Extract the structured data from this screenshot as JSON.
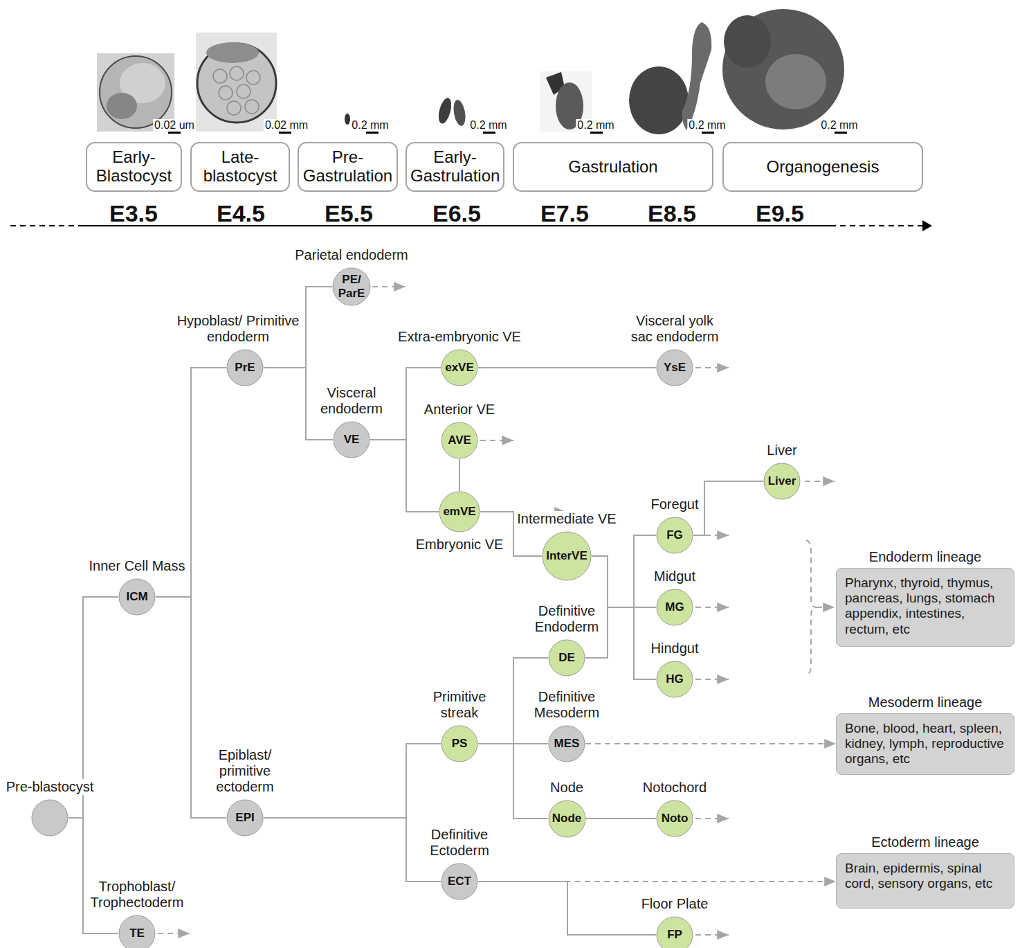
{
  "diagram": {
    "nodes": [
      {
        "text": [
          "Early- Blastocyst"
        ]
      },
      {
        "text": [
          "Late- blastocyst"
        ]
      },
      {
        "text": [
          "Pre- Gastrulation"
        ]
      },
      {
        "text": [
          "Early- Gastrulation"
        ]
      },
      {
        "text": [
          "Gastrulation"
        ]
      },
      {
        "text": [
          "Organogenesis"
        ]
      },
      {
        "text": [
          "Pre-blastocyst"
        ]
      },
      {
        "text": [
          "Inner Cell Mass",
          "ICM"
        ]
      },
      {
        "text": [
          "Trophoblast/ Trophectoderm",
          "TE"
        ]
      },
      {
        "text": [
          "Hypoblast/ Primitive endoderm",
          "PrE"
        ]
      },
      {
        "text": [
          "Epiblast/ primitive ectoderm",
          "EPI"
        ]
      },
      {
        "text": [
          "Parietal endoderm",
          "PE/ ParE"
        ]
      },
      {
        "text": [
          "Visceral endoderm",
          "VE"
        ]
      },
      {
        "text": [
          "Extra-embryonic VE",
          "exVE"
        ]
      },
      {
        "text": [
          "Anterior VE",
          "AVE"
        ]
      },
      {
        "text": [
          "emVE",
          "Embryonic VE"
        ]
      },
      {
        "text": [
          "Primitive streak",
          "PS"
        ]
      },
      {
        "text": [
          "Definitive Ectoderm",
          "ECT"
        ]
      },
      {
        "text": [
          "Visceral yolk sac endoderm",
          "YsE"
        ]
      },
      {
        "text": [
          "Intermediate VE",
          "InterVE"
        ]
      },
      {
        "text": [
          "Definitive Endoderm",
          "DE"
        ]
      },
      {
        "text": [
          "Definitive Mesoderm",
          "MES"
        ]
      },
      {
        "text": [
          "Node",
          "Node"
        ]
      },
      {
        "text": [
          "Floor Plate",
          "FP"
        ]
      },
      {
        "text": [
          "Foregut",
          "FG"
        ]
      },
      {
        "text": [
          "Midgut",
          "MG"
        ]
      },
      {
        "text": [
          "Hindgut",
          "HG"
        ]
      },
      {
        "text": [
          "Notochord",
          "Noto"
        ]
      },
      {
        "text": [
          "Liver",
          "Liver"
        ]
      },
      {
        "text": [
          "Endoderm lineage",
          "Pharynx, thyroid, thymus, pancreas, lungs, stomach appendix, intestines, rectum, etc"
        ]
      },
      {
        "text": [
          "Mesoderm lineage",
          "Bone, blood, heart, spleen, kidney, lymph, reproductive organs, etc"
        ]
      },
      {
        "text": [
          "Ectoderm lineage",
          "Brain, epidermis, spinal cord, sensory organs, etc"
        ]
      }
    ],
    "edges": [
      {
        "from": 6,
        "to": 7,
        "arrow": "none"
      },
      {
        "from": 6,
        "to": 8,
        "arrow": "none"
      },
      {
        "from": 7,
        "to": 9,
        "arrow": "none"
      },
      {
        "from": 7,
        "to": 10,
        "arrow": "none"
      },
      {
        "from": 9,
        "to": 11,
        "arrow": "none"
      },
      {
        "from": 9,
        "to": 12,
        "arrow": "none"
      },
      {
        "from": 12,
        "to": 13,
        "arrow": "none"
      },
      {
        "from": 12,
        "to": 15,
        "arrow": "none"
      },
      {
        "from": 14,
        "to": 15,
        "arrow": "none"
      },
      {
        "from": 13,
        "to": 18,
        "arrow": "none"
      },
      {
        "from": 15,
        "to": 19,
        "arrow": "none"
      },
      {
        "from": 10,
        "to": 16,
        "arrow": "none"
      },
      {
        "from": 10,
        "to": 17,
        "arrow": "none"
      },
      {
        "from": 16,
        "to": 20,
        "arrow": "none"
      },
      {
        "from": 16,
        "to": 21,
        "arrow": "none"
      },
      {
        "from": 16,
        "to": 22,
        "arrow": "none"
      },
      {
        "from": 17,
        "to": 23,
        "arrow": "none"
      },
      {
        "from": 17,
        "to": 31,
        "arrow": "to"
      },
      {
        "from": 19,
        "to": 24,
        "arrow": "none"
      },
      {
        "from": 19,
        "to": 25,
        "arrow": "none"
      },
      {
        "from": 19,
        "to": 26,
        "arrow": "none"
      },
      {
        "from": 20,
        "to": 24,
        "arrow": "none"
      },
      {
        "from": 20,
        "to": 25,
        "arrow": "none"
      },
      {
        "from": 20,
        "to": 26,
        "arrow": "none"
      },
      {
        "from": 24,
        "to": 28,
        "arrow": "none"
      },
      {
        "from": 21,
        "to": 30,
        "arrow": "to"
      },
      {
        "from": 22,
        "to": 27,
        "arrow": "none"
      }
    ],
    "labels": [
      "0.02 um",
      "0.02 mm",
      "0.2 mm",
      "0.2 mm",
      "0.2 mm",
      "0.2 mm",
      "0.2 mm",
      "E3.5",
      "E4.5",
      "E5.5",
      "E6.5",
      "E7.5",
      "E8.5",
      "E9.5"
    ]
  }
}
